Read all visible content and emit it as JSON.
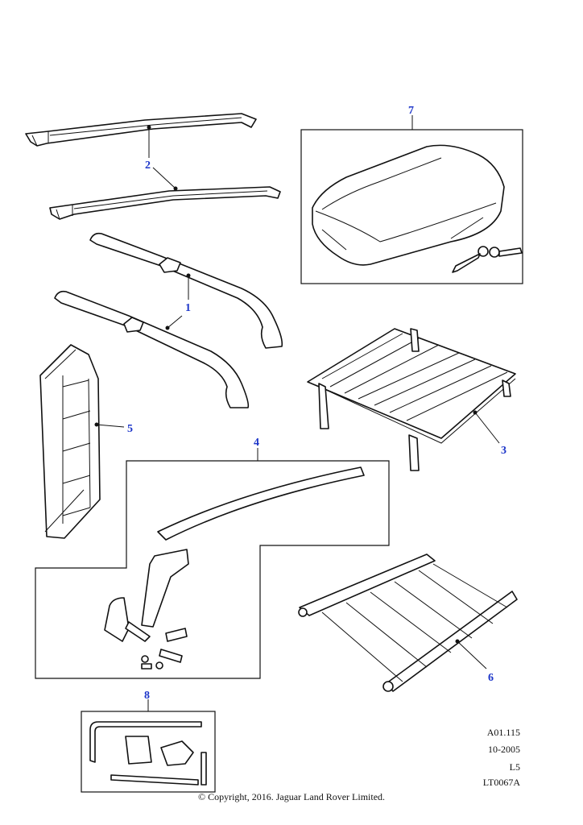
{
  "callouts": {
    "c1": "1",
    "c2": "2",
    "c3": "3",
    "c4": "4",
    "c5": "5",
    "c6": "6",
    "c7": "7",
    "c8": "8"
  },
  "meta": {
    "ref": "A01.115",
    "date": "10-2005",
    "code": "L5",
    "illustration": "LT0067A"
  },
  "copyright": "© Copyright, 2016. Jaguar Land Rover Limited.",
  "colors": {
    "callout": "#1c35c9",
    "line": "#111111"
  }
}
